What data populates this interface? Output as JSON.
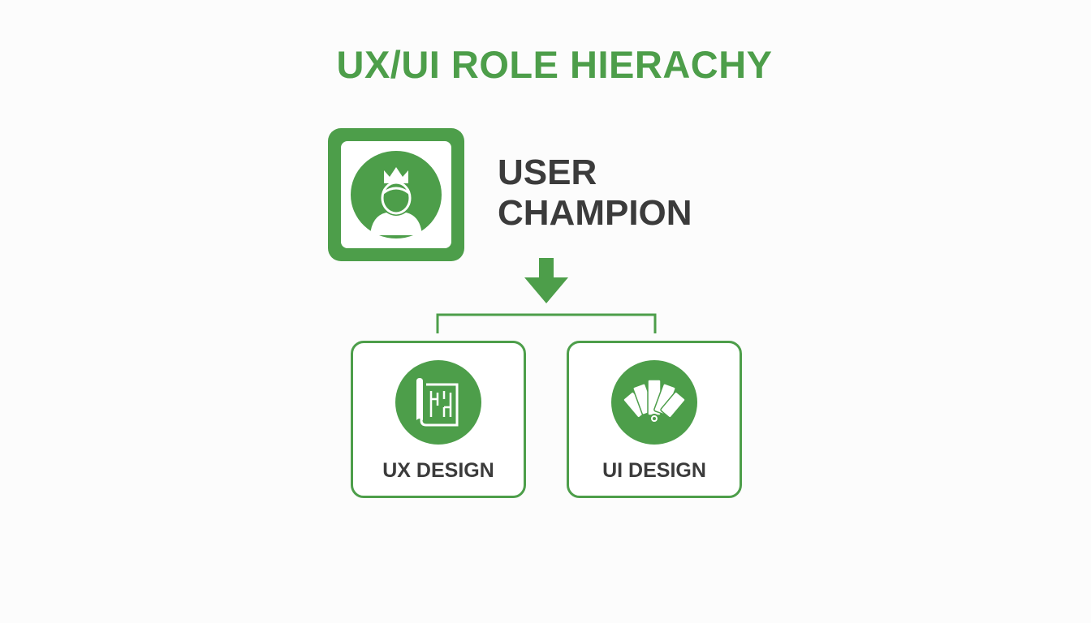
{
  "title": "UX/UI ROLE HIERACHY",
  "accent_color": "#4d9e4a",
  "text_color": "#3b3b3b",
  "root": {
    "label_line1": "USER",
    "label_line2": "CHAMPION",
    "icon": "crowned-user-icon"
  },
  "children": [
    {
      "label": "UX DESIGN",
      "icon": "blueprint-icon"
    },
    {
      "label": "UI DESIGN",
      "icon": "color-swatch-icon"
    }
  ]
}
